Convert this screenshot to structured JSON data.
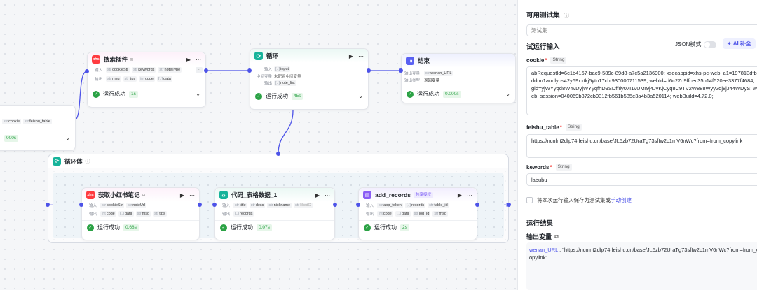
{
  "nodes": {
    "partial": {
      "tags": [
        "cookie",
        "feishu_table"
      ],
      "tag_types": [
        "str",
        "str"
      ],
      "time": "000s"
    },
    "search": {
      "title": "搜索插件",
      "icon_text": "xhs",
      "input_label": "输入",
      "output_label": "输出",
      "inputs": [
        {
          "type": "str",
          "name": "cookieStr"
        },
        {
          "type": "str",
          "name": "keywords"
        },
        {
          "type": "str",
          "name": "noteType"
        }
      ],
      "outputs": [
        {
          "type": "str",
          "name": "msg"
        },
        {
          "type": "str",
          "name": "tips"
        },
        {
          "type": "int",
          "name": "code"
        },
        {
          "type": "[..]",
          "name": "data"
        }
      ],
      "status": "运行成功",
      "time": "1s"
    },
    "loop": {
      "title": "循环",
      "rows": [
        {
          "label": "输入",
          "type": "[..]",
          "value": "input"
        },
        {
          "label": "中间变量",
          "type": "",
          "value": "未配置中间变量"
        },
        {
          "label": "输出",
          "type": "[..]",
          "value": "note_list"
        }
      ],
      "status": "运行成功",
      "time": "45s"
    },
    "end": {
      "title": "结束",
      "rows": [
        {
          "label": "输出变量",
          "type": "str",
          "value": "wenan_URL"
        },
        {
          "label": "输出类型",
          "type": "",
          "value": "返回变量"
        }
      ],
      "status": "运行成功",
      "time": "0.000s"
    },
    "loop_body": {
      "title": "循环体"
    },
    "fetch": {
      "title": "获取小红书笔记",
      "icon_text": "xhs",
      "input_label": "输入",
      "output_label": "输出",
      "inputs": [
        {
          "type": "str",
          "name": "cookieStr"
        },
        {
          "type": "str",
          "name": "noteUrl"
        }
      ],
      "outputs": [
        {
          "type": "int",
          "name": "code"
        },
        {
          "type": "[..]",
          "name": "data"
        },
        {
          "type": "str",
          "name": "msg"
        },
        {
          "type": "str",
          "name": "tips"
        }
      ],
      "status": "运行成功",
      "time": "0.68s"
    },
    "code": {
      "title": "代码_表格数据_1",
      "input_label": "输入",
      "output_label": "输出",
      "inputs": [
        {
          "type": "str",
          "name": "title"
        },
        {
          "type": "str",
          "name": "desc"
        },
        {
          "type": "str",
          "name": "nickname"
        },
        {
          "type": "str",
          "name": "likedC"
        }
      ],
      "outputs": [
        {
          "type": "[..]",
          "name": "records"
        }
      ],
      "status": "运行成功",
      "time": "0.07s"
    },
    "add": {
      "title": "add_records",
      "badge": "共享授权",
      "input_label": "输入",
      "output_label": "输出",
      "inputs": [
        {
          "type": "str",
          "name": "app_token"
        },
        {
          "type": "[..]",
          "name": "records"
        },
        {
          "type": "str",
          "name": "table_id"
        }
      ],
      "outputs": [
        {
          "type": "int",
          "name": "code"
        },
        {
          "type": "[..]",
          "name": "data"
        },
        {
          "type": "str",
          "name": "log_id"
        },
        {
          "type": "str",
          "name": "msg"
        }
      ],
      "status": "运行成功",
      "time": "2s"
    }
  },
  "panel": {
    "test_sets_title": "可用测试集",
    "test_set_placeholder": "测试集",
    "trial_input_title": "试运行输入",
    "json_mode_label": "JSON模式",
    "ai_fill_label": "AI 补全",
    "fields": [
      {
        "name": "cookie",
        "type": "String",
        "value": "abRequestId=6c1b4167-bac9-589c-89d8-a7c5a2136900; xsecappid=xhs-pc-web; a1=197813dfbddnn1aunlyps42y69xxtkj5ytn17cbt930000711539; webId=d6c27d9ffcec35b14f520ee3377f4684; gid=yjWYyqd8W4vDyjWYyqfhD9SDffIly07I1vUMI9j4JvKjCyq8C9TV2W888Wyy2qj8jJ44WDyS; web_session=040069b372cb9312fb561b585e3a4b3a520114; webBuild=4.72.0;"
      },
      {
        "name": "feishu_table",
        "type": "String",
        "value": "https://ncnlnt2dfp74.feishu.cn/base/JL5zb72UraTg73sfIw2c1mV6nWc?from=from_copylink"
      },
      {
        "name": "kewords",
        "type": "String",
        "value": "labubu"
      }
    ],
    "save_checkbox_label": "将本次运行输入保存为测试集或",
    "manual_create_link": "手动创建",
    "results_title": "运行结果",
    "output_var_title": "输出变量",
    "output_key": "wenan_URL",
    "output_value": "\"https://ncnlnt2dfp74.feishu.cn/base/JL5zb72UraTg73sfIw2c1mV6nWc?from=from_copylink\""
  },
  "colors": {
    "accent": "#4d53e8",
    "success": "#2ba245",
    "xhs_red": "#ff3b40",
    "code_teal": "#16b39a"
  }
}
